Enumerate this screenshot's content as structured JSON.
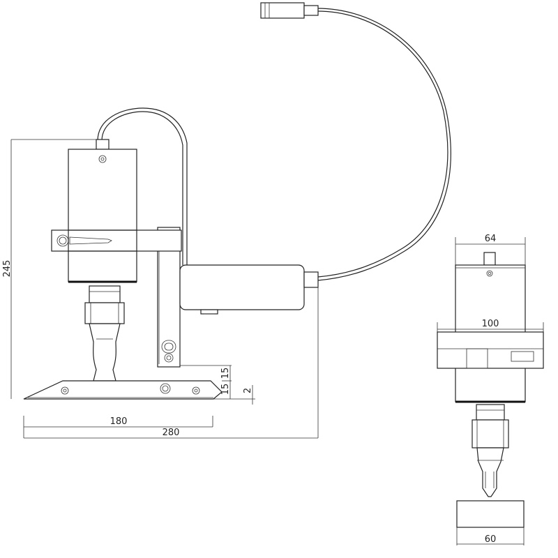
{
  "dimensions": {
    "height_total": "245",
    "base_length": "180",
    "overall_length": "280",
    "offset_a": "15",
    "offset_b": "15",
    "base_gap": "2",
    "head_width": "64",
    "clamp_width": "100",
    "anvil_width": "60"
  },
  "colors": {
    "line": "#222222",
    "background": "#ffffff"
  }
}
